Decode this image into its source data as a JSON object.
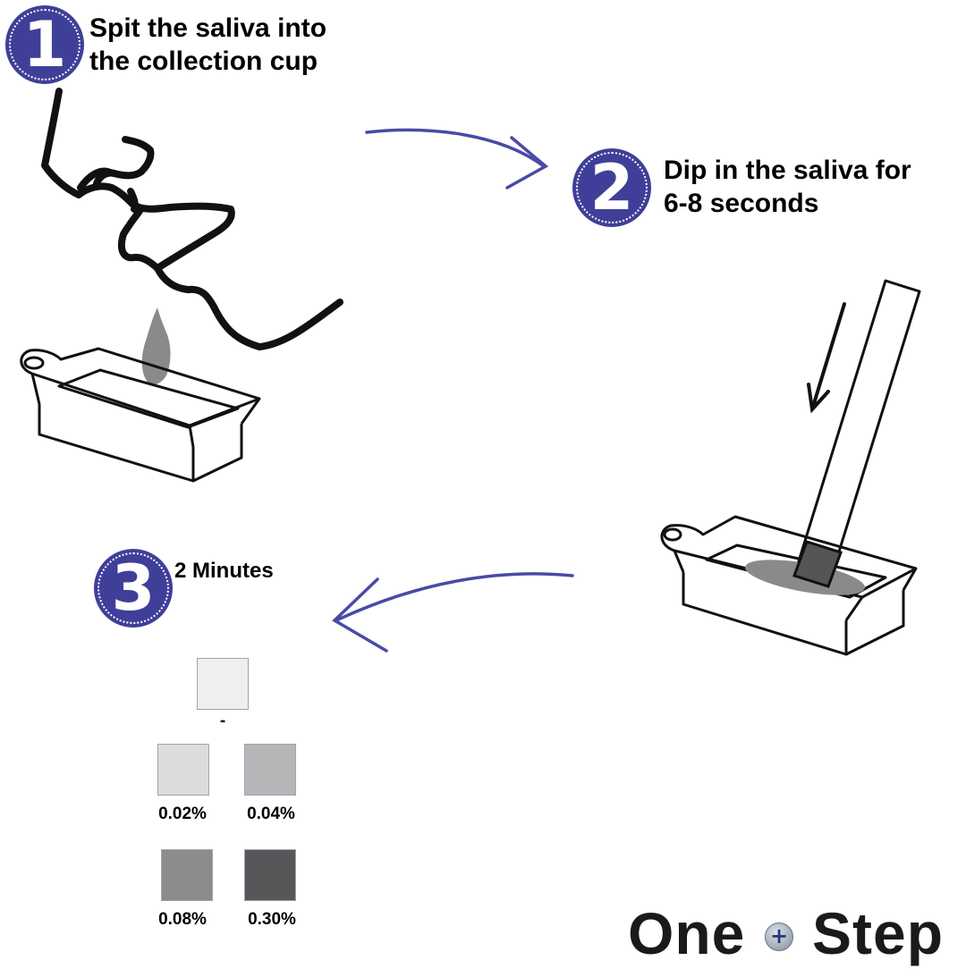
{
  "steps": [
    {
      "number": "1",
      "line1": "Spit the saliva into",
      "line2": "the collection cup"
    },
    {
      "number": "2",
      "line1": "Dip in the saliva for",
      "line2": "6-8 seconds"
    },
    {
      "number": "3",
      "line1": "2 Minutes"
    }
  ],
  "color_chart": [
    {
      "label": "-",
      "color": "#efefef"
    },
    {
      "label": "0.02%",
      "color": "#dcdcdc"
    },
    {
      "label": "0.04%",
      "color": "#b6b6b8"
    },
    {
      "label": "0.08%",
      "color": "#8c8c8c"
    },
    {
      "label": "0.30%",
      "color": "#575759"
    }
  ],
  "brand": {
    "word1": "One",
    "plus": "+",
    "word2": "Step"
  },
  "colors": {
    "badge": "#3f3f99",
    "arrow": "#4a4aa6",
    "saliva_drop": "#8a8a8a"
  }
}
